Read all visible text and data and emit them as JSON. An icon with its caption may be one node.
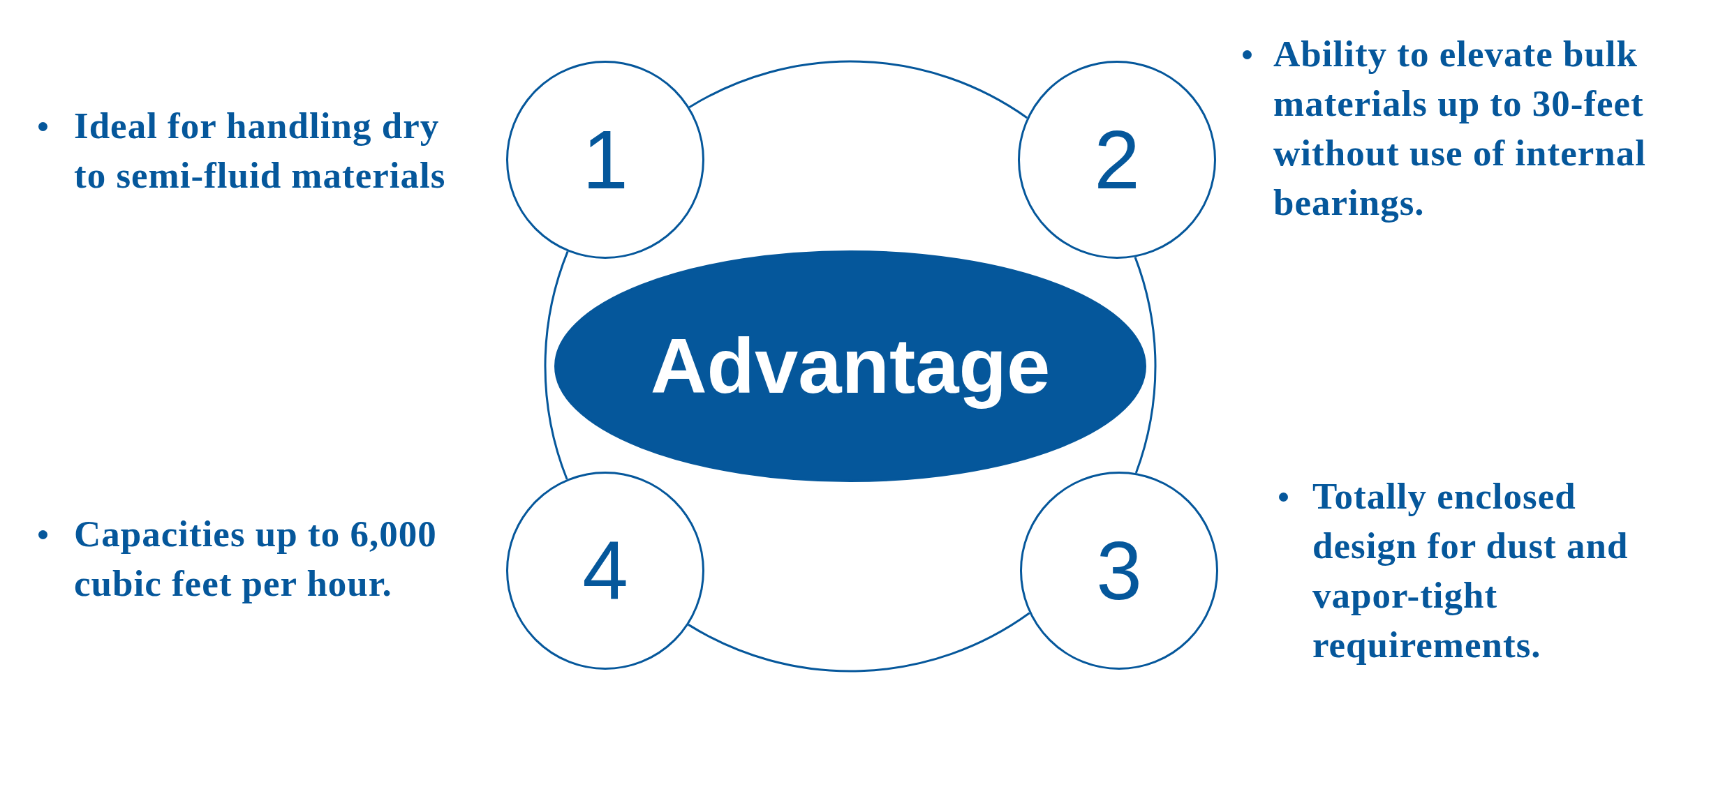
{
  "diagram": {
    "nodes": [
      {
        "text": [
          "Advantage"
        ]
      },
      {
        "text": [
          "1"
        ],
        "beside": [
          "Ideal for handling dry to semi-fluid materials"
        ]
      },
      {
        "text": [
          "2"
        ],
        "beside": [
          "Ability to elevate bulk materials up to 30-feet without use of internal bearings."
        ]
      },
      {
        "text": [
          "3"
        ],
        "beside": [
          "Totally enclosed design for dust and vapor-tight requirements."
        ]
      },
      {
        "text": [
          "4"
        ],
        "beside": [
          "Capacities up to 6,000 cubic feet per hour."
        ]
      }
    ],
    "edges": [
      {
        "from": 1,
        "to": 2,
        "arrow": "none"
      },
      {
        "from": 2,
        "to": 3,
        "arrow": "none"
      },
      {
        "from": 3,
        "to": 4,
        "arrow": "none"
      },
      {
        "from": 4,
        "to": 1,
        "arrow": "none"
      }
    ]
  }
}
